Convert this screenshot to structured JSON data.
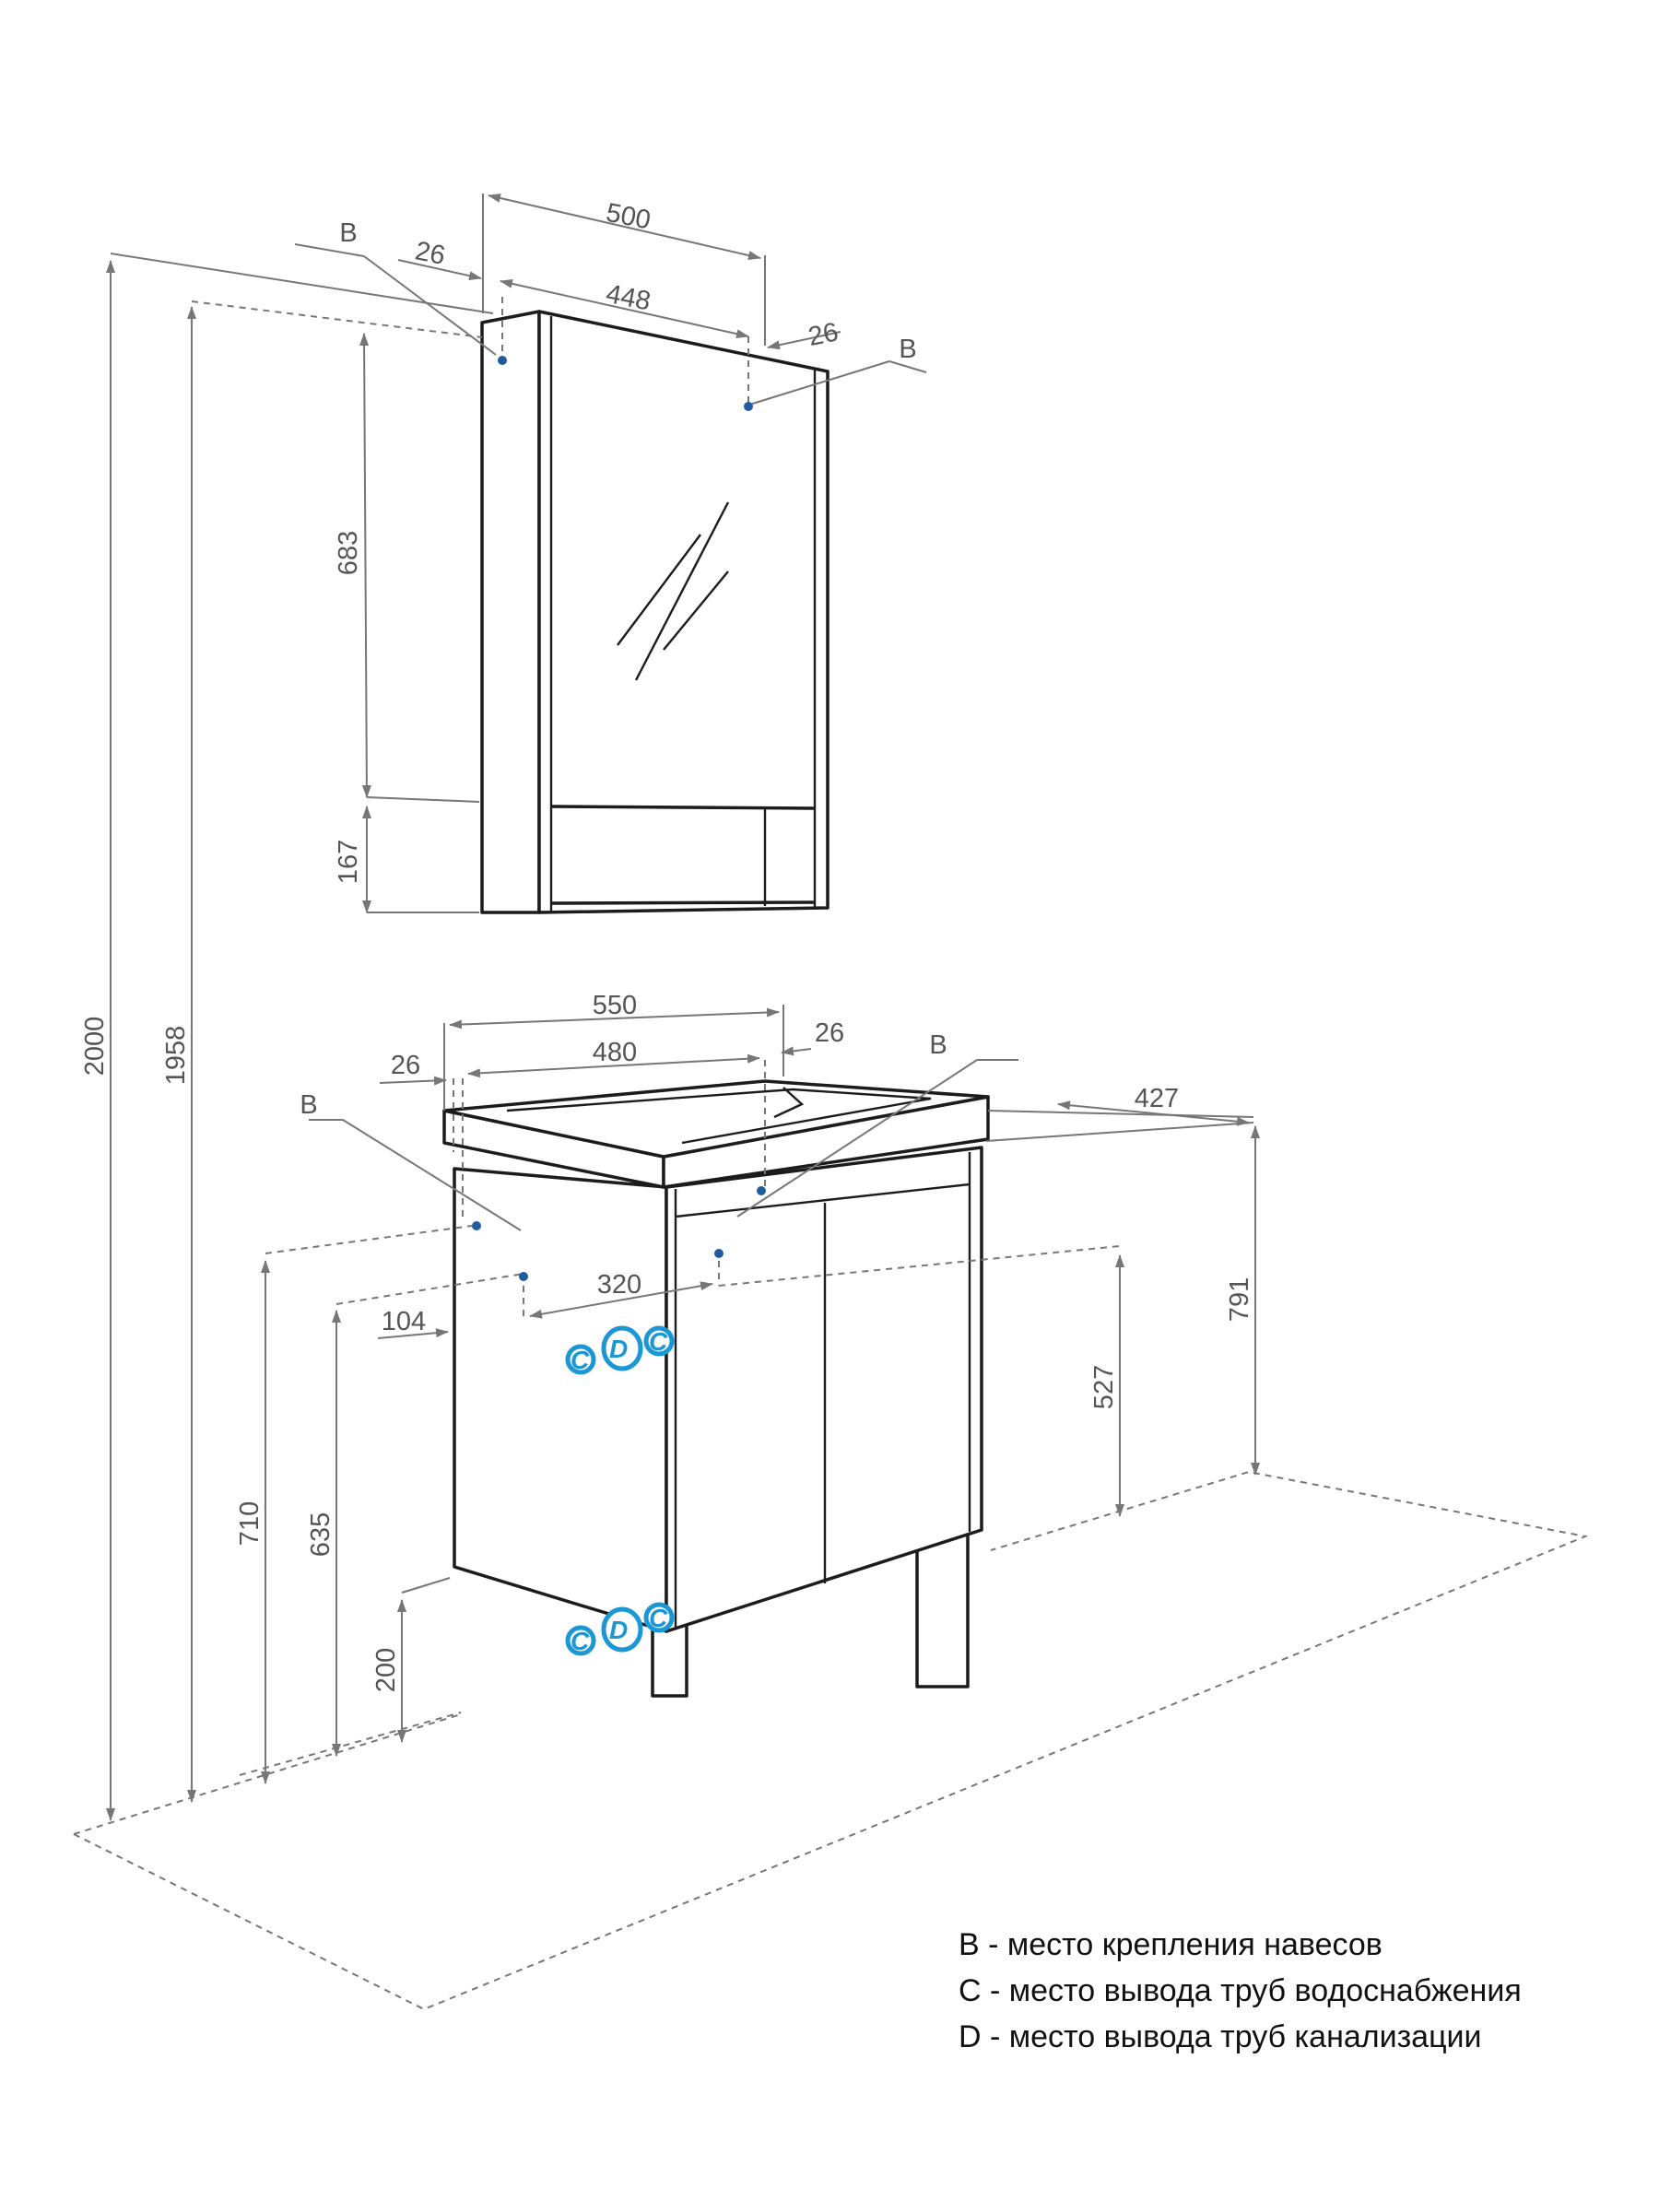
{
  "dimensions": {
    "total_height": "2000",
    "cabinet_top_height": "1958",
    "cabinet_door_height": "683",
    "cabinet_shelf_height": "167",
    "cabinet_width": "500",
    "cabinet_door_width": "448",
    "cabinet_left_offset": "26",
    "cabinet_right_offset": "26",
    "vanity_width": "550",
    "vanity_inner_width": "480",
    "vanity_left_offset": "26",
    "vanity_right_offset": "26",
    "vanity_depth": "427",
    "vanity_height": "791",
    "mount_b_height": "527",
    "mount_b_spacing": "320",
    "mount_b_left_offset": "104",
    "height_710": "710",
    "height_635": "635",
    "leg_height": "200"
  },
  "markers": {
    "b": "B",
    "c": "C",
    "d": "D"
  },
  "legend": {
    "b": "B - место крепления навесов",
    "c": "C - место вывода труб водоснабжения",
    "d": "D - место вывода труб канализации"
  },
  "colors": {
    "outline": "#1c1c1c",
    "dimension": "#777777",
    "mount_point": "#1f5c9e",
    "connection": "#1a97d4"
  }
}
